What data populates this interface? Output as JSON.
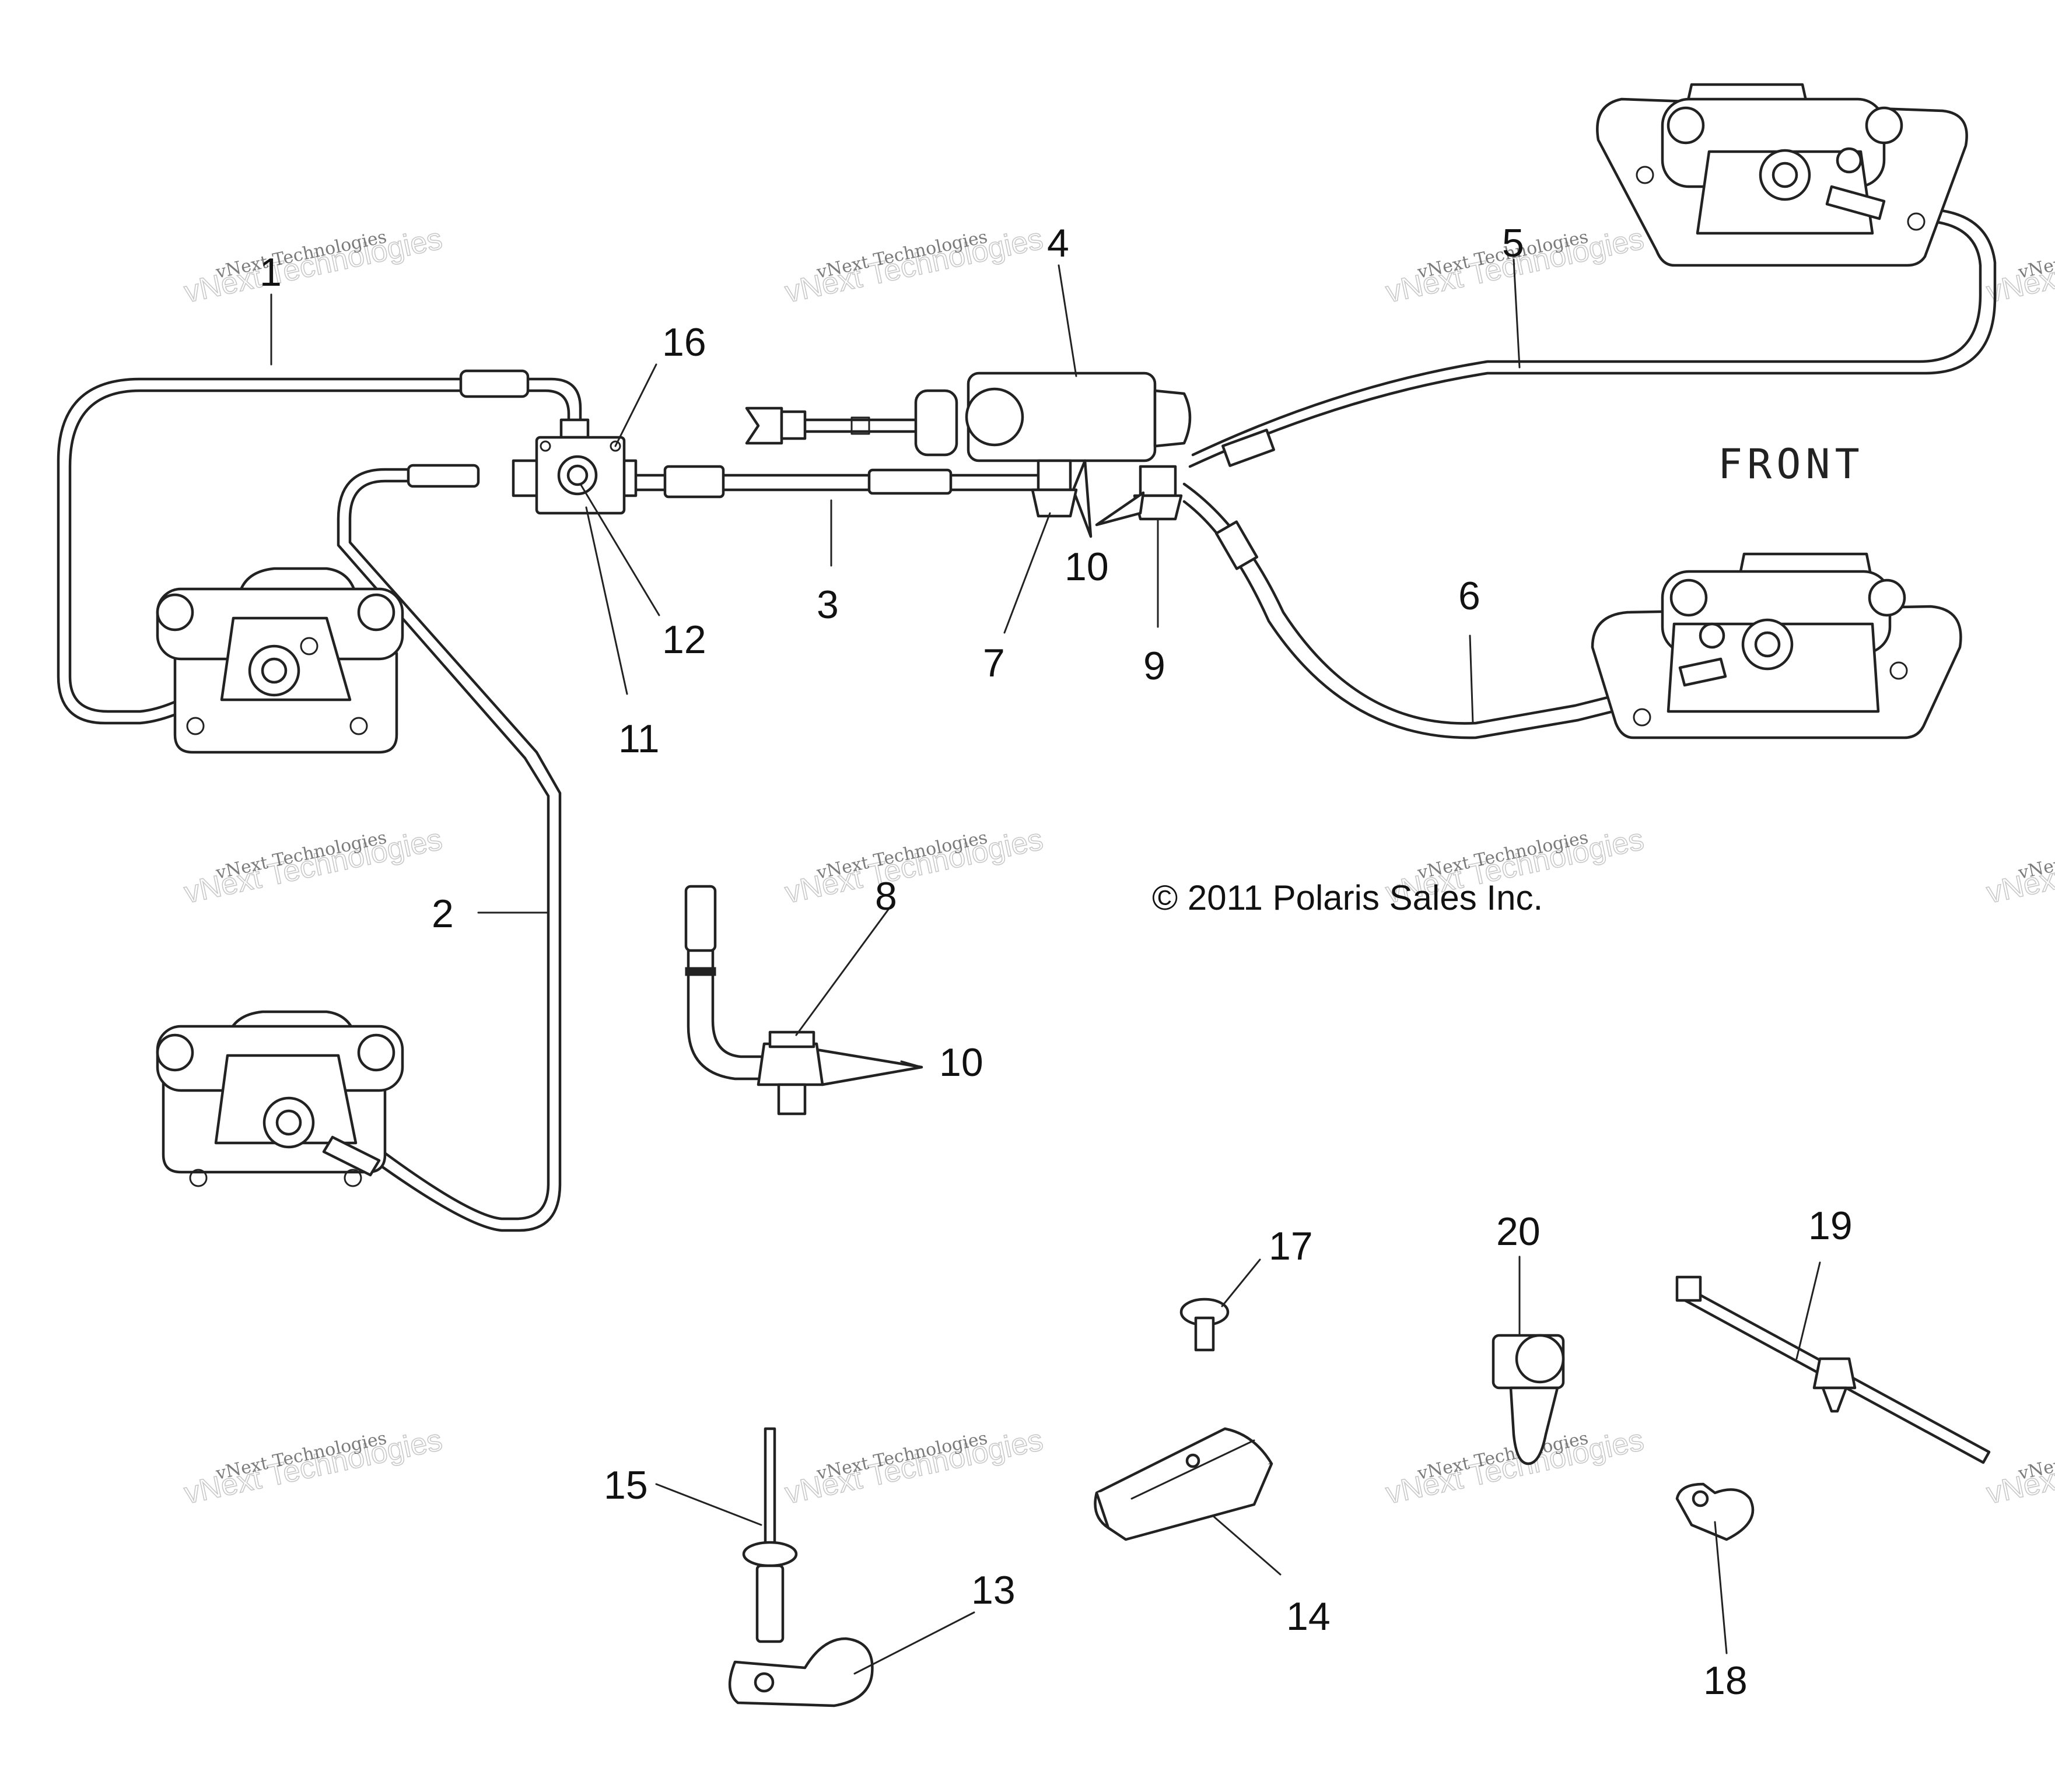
{
  "labels": [
    "1",
    "2",
    "3",
    "4",
    "5",
    "6",
    "7",
    "8",
    "9",
    "10",
    "10",
    "11",
    "12",
    "13",
    "14",
    "15",
    "16",
    "17",
    "18",
    "19",
    "20"
  ],
  "front_text": "FRONT",
  "copyright": "© 2011 Polaris Sales Inc.",
  "watermark": {
    "small": "vNext Technologies",
    "large": "vNext Technologies"
  }
}
